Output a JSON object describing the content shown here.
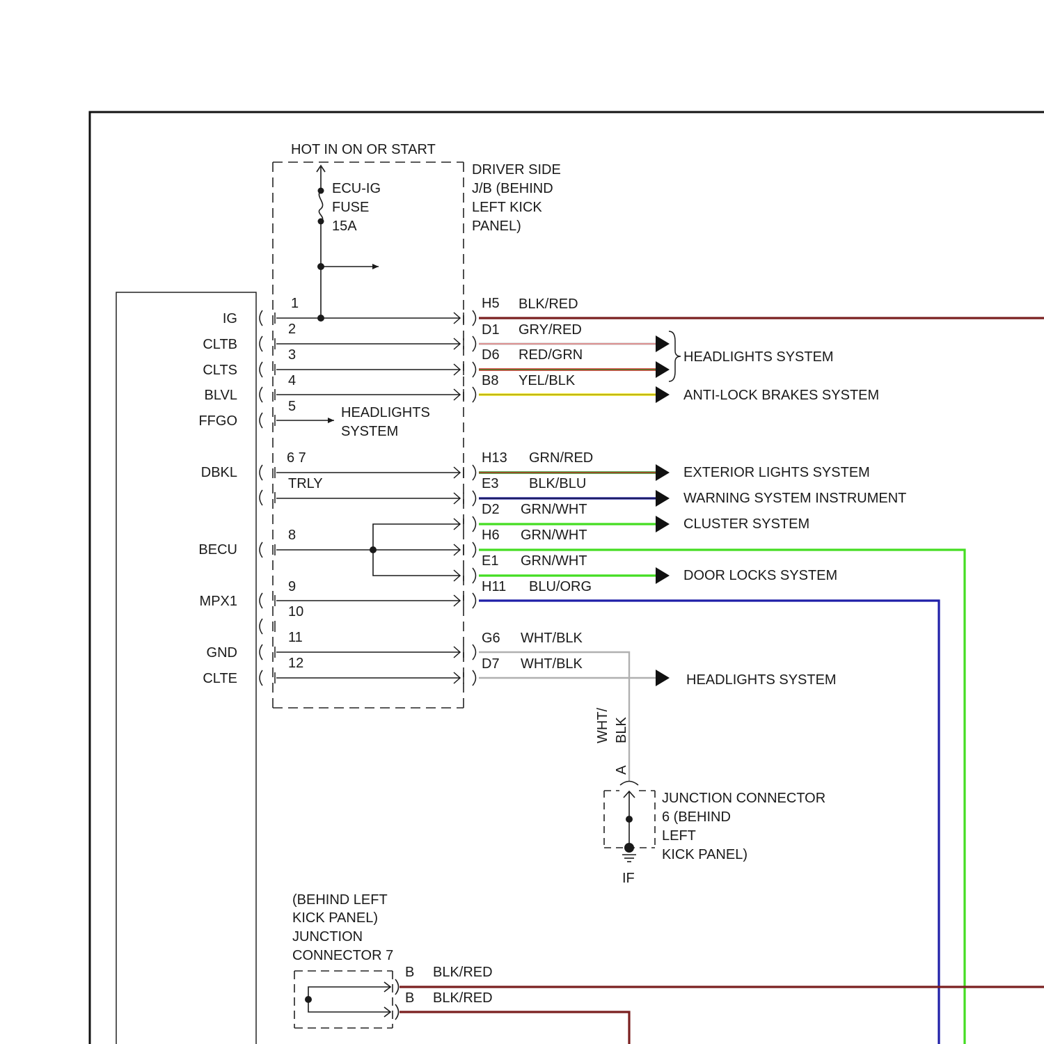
{
  "fuse_block": {
    "header": "HOT IN ON OR START",
    "fuse_label": [
      "ECU-IG",
      "FUSE",
      "15A"
    ],
    "jb_label": [
      "DRIVER SIDE",
      "J/B (BEHIND",
      "LEFT KICK",
      "PANEL)"
    ],
    "headlights_note": [
      "HEADLIGHTS",
      "SYSTEM"
    ]
  },
  "ecu_terminals": [
    {
      "label": "IG"
    },
    {
      "label": "CLTB"
    },
    {
      "label": "CLTS"
    },
    {
      "label": "BLVL"
    },
    {
      "label": "FFGO"
    },
    {
      "label": "DBKL"
    },
    {
      "label": "BECU"
    },
    {
      "label": "MPX1"
    },
    {
      "label": "GND"
    },
    {
      "label": "CLTE"
    }
  ],
  "pin_numbers": [
    "1",
    "2",
    "3",
    "4",
    "5",
    "6 7",
    "TRLY",
    "8",
    "9",
    "10",
    "11",
    "12"
  ],
  "connectors": [
    {
      "pin": "H5",
      "wire": "BLK/RED"
    },
    {
      "pin": "D1",
      "wire": "GRY/RED"
    },
    {
      "pin": "D6",
      "wire": "RED/GRN"
    },
    {
      "pin": "B8",
      "wire": "YEL/BLK"
    },
    {
      "pin": "H13",
      "wire": "GRN/RED"
    },
    {
      "pin": "E3",
      "wire": "BLK/BLU"
    },
    {
      "pin": "D2",
      "wire": "GRN/WHT"
    },
    {
      "pin": "H6",
      "wire": "GRN/WHT"
    },
    {
      "pin": "E1",
      "wire": "GRN/WHT"
    },
    {
      "pin": "H11",
      "wire": "BLU/ORG"
    },
    {
      "pin": "G6",
      "wire": "WHT/BLK"
    },
    {
      "pin": "D7",
      "wire": "WHT/BLK"
    }
  ],
  "destinations": [
    "HEADLIGHTS SYSTEM",
    "ANTI-LOCK BRAKES SYSTEM",
    "EXTERIOR LIGHTS SYSTEM",
    "WARNING SYSTEM INSTRUMENT",
    "CLUSTER SYSTEM",
    "DOOR LOCKS SYSTEM",
    "HEADLIGHTS SYSTEM"
  ],
  "ground_branch": {
    "wire_label": [
      "WHT/",
      "BLK"
    ],
    "pin": "A",
    "junction_label": [
      "JUNCTION CONNECTOR",
      "6 (BEHIND",
      "LEFT",
      "KICK PANEL)"
    ],
    "ground_label": "IF"
  },
  "junction7": {
    "label": [
      "(BEHIND LEFT",
      "KICK PANEL)",
      "JUNCTION",
      "CONNECTOR 7"
    ],
    "pins": [
      {
        "pin": "B",
        "wire": "BLK/RED"
      },
      {
        "pin": "B",
        "wire": "BLK/RED"
      }
    ]
  },
  "wire_colors": {
    "blk_red": "#7a1f1f",
    "gry_red_base": "#d6d6d6",
    "gry_red_stripe": "#e06a6a",
    "red": "#d42020",
    "grn": "#2e9a2e",
    "yel": "#f5ea1a",
    "blk": "#1a1a1a",
    "blu": "#1f1fa8",
    "bright_green": "#44dd22",
    "org": "#e08a1a",
    "wht_blk": "#b0b0b0"
  }
}
